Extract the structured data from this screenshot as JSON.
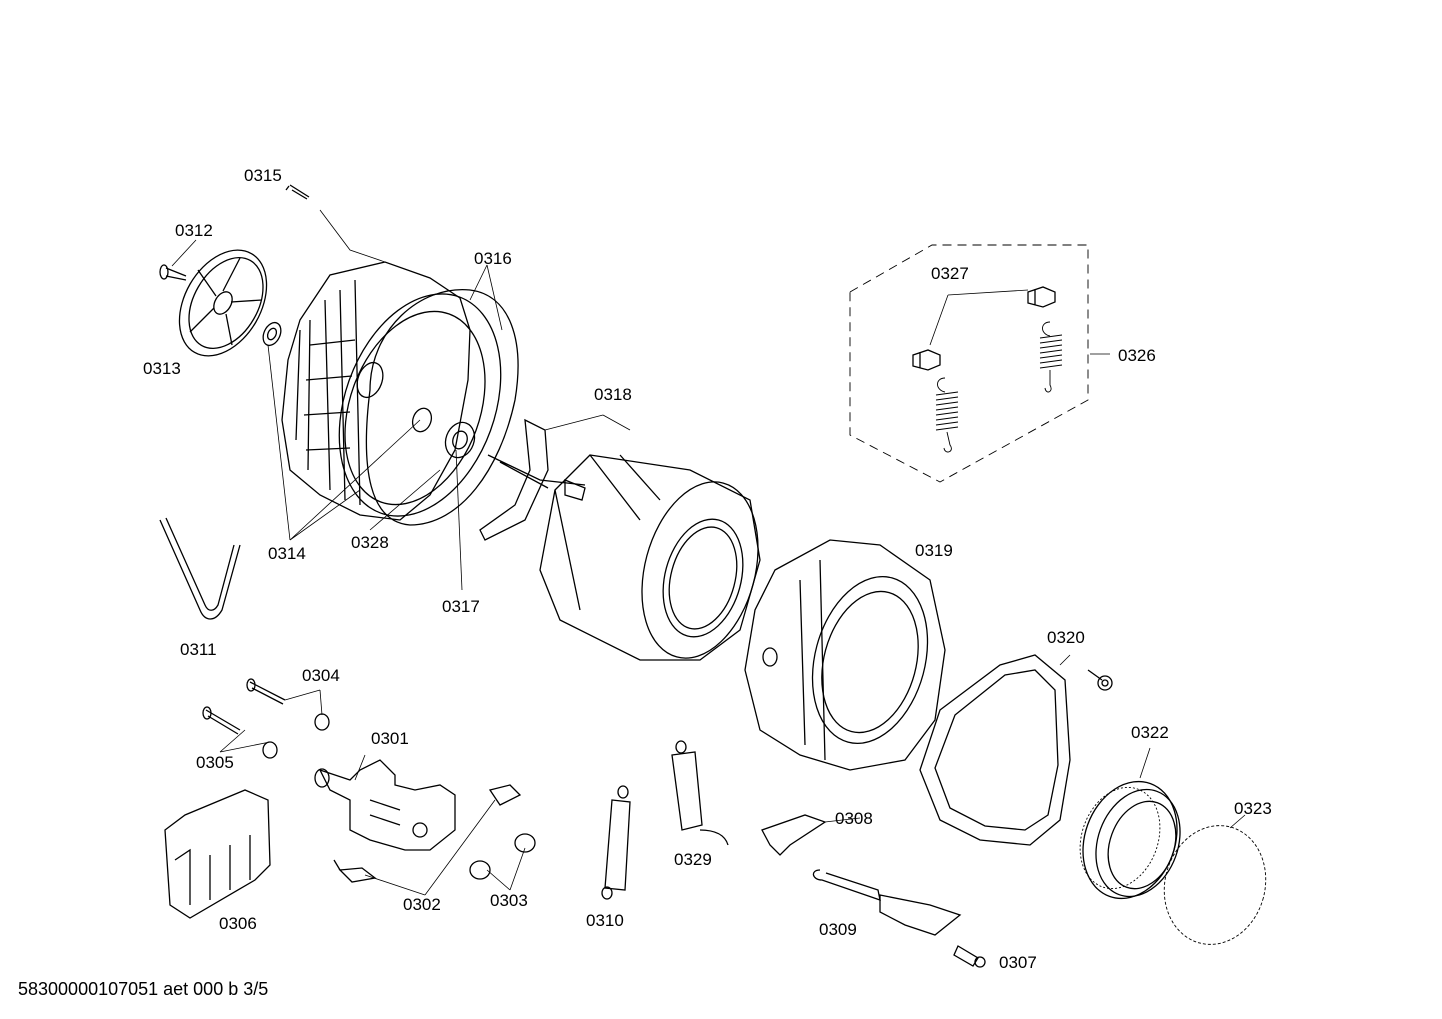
{
  "labels": {
    "p0301": "0301",
    "p0302": "0302",
    "p0303": "0303",
    "p0304": "0304",
    "p0305": "0305",
    "p0306": "0306",
    "p0307": "0307",
    "p0308": "0308",
    "p0309": "0309",
    "p0310": "0310",
    "p0311": "0311",
    "p0312": "0312",
    "p0313": "0313",
    "p0314": "0314",
    "p0315": "0315",
    "p0316": "0316",
    "p0317": "0317",
    "p0318": "0318",
    "p0319": "0319",
    "p0320": "0320",
    "p0322": "0322",
    "p0323": "0323",
    "p0326": "0326",
    "p0327": "0327",
    "p0328": "0328",
    "p0329": "0329"
  },
  "footer": "58300000107051 aet 000 b 3/5"
}
